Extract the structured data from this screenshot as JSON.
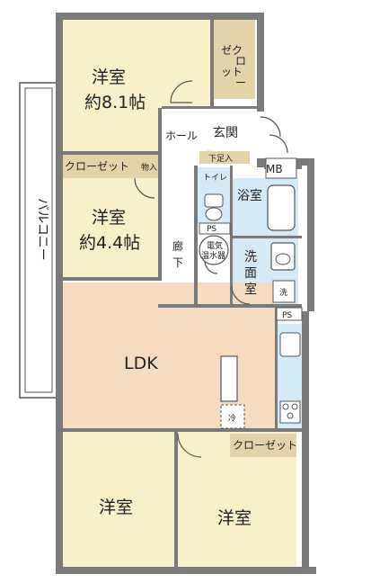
{
  "colors": {
    "wall": "#7a7a7a",
    "room": "#f7f0c8",
    "ldk": "#f5dcc0",
    "water": "#d4ebf7",
    "closet": "#e3d3a8",
    "hall": "#ffffff",
    "balcony": "#ffffff"
  },
  "rooms": {
    "bedroom_top": {
      "name": "洋室",
      "size": "約8.1帖"
    },
    "bedroom_mid": {
      "name": "洋室",
      "size": "約4.4帖"
    },
    "ldk": {
      "name": "LDK"
    },
    "bedroom_bl": {
      "name": "洋室"
    },
    "bedroom_br": {
      "name": "洋室"
    },
    "hall": {
      "name": "ホール"
    },
    "entrance": {
      "name": "玄関"
    },
    "corridor": {
      "name": "廊下"
    },
    "bath": {
      "name": "浴室"
    },
    "washroom": {
      "name": "洗面室"
    },
    "toilet": {
      "name": "トイレ"
    }
  },
  "closets": {
    "walkin": "ゼクロ\nットー",
    "mid": "クローゼット",
    "storage": "物入",
    "bottom": "クローゼット",
    "shoe": "下足入"
  },
  "labels": {
    "balcony": "バルコニー",
    "mb": "MB",
    "ps_toilet": "PS",
    "ps_right": "PS",
    "heater": "電気\n温水器",
    "washer": "洗",
    "fridge": "冷"
  }
}
